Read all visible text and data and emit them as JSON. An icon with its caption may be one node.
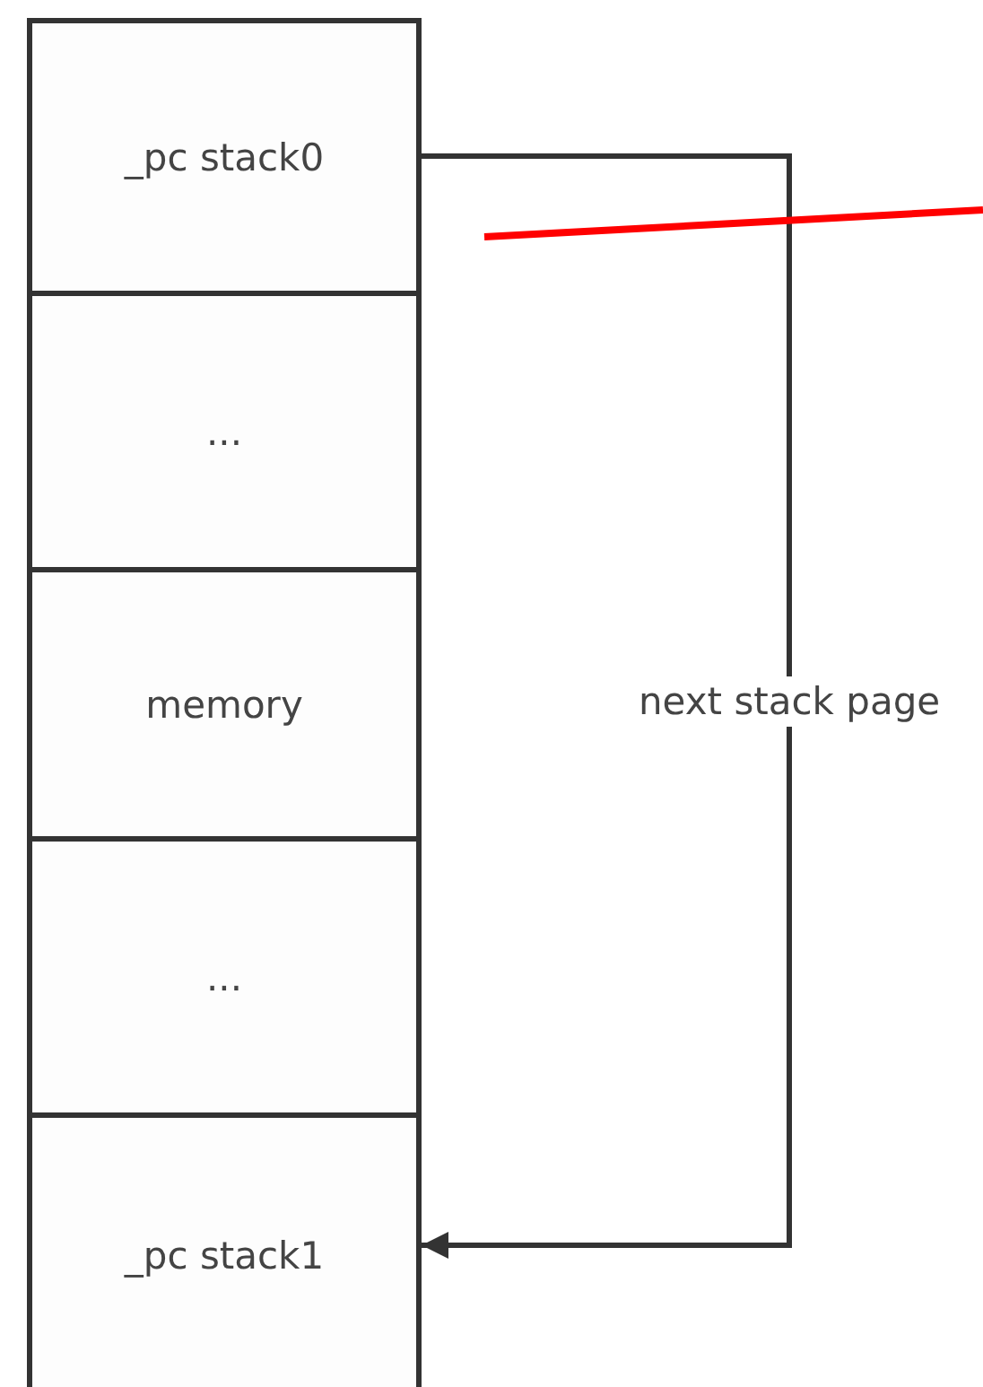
{
  "diagram": {
    "nodes": [
      {
        "text": [
          "_pc stack0"
        ]
      },
      {
        "text": [
          "..."
        ]
      },
      {
        "text": [
          "memory"
        ]
      },
      {
        "text": [
          "..."
        ]
      },
      {
        "text": [
          "_pc stack1"
        ]
      }
    ],
    "edges": [
      {
        "from": 0,
        "to": 4,
        "arrow": "to",
        "label": "next stack page"
      }
    ]
  }
}
